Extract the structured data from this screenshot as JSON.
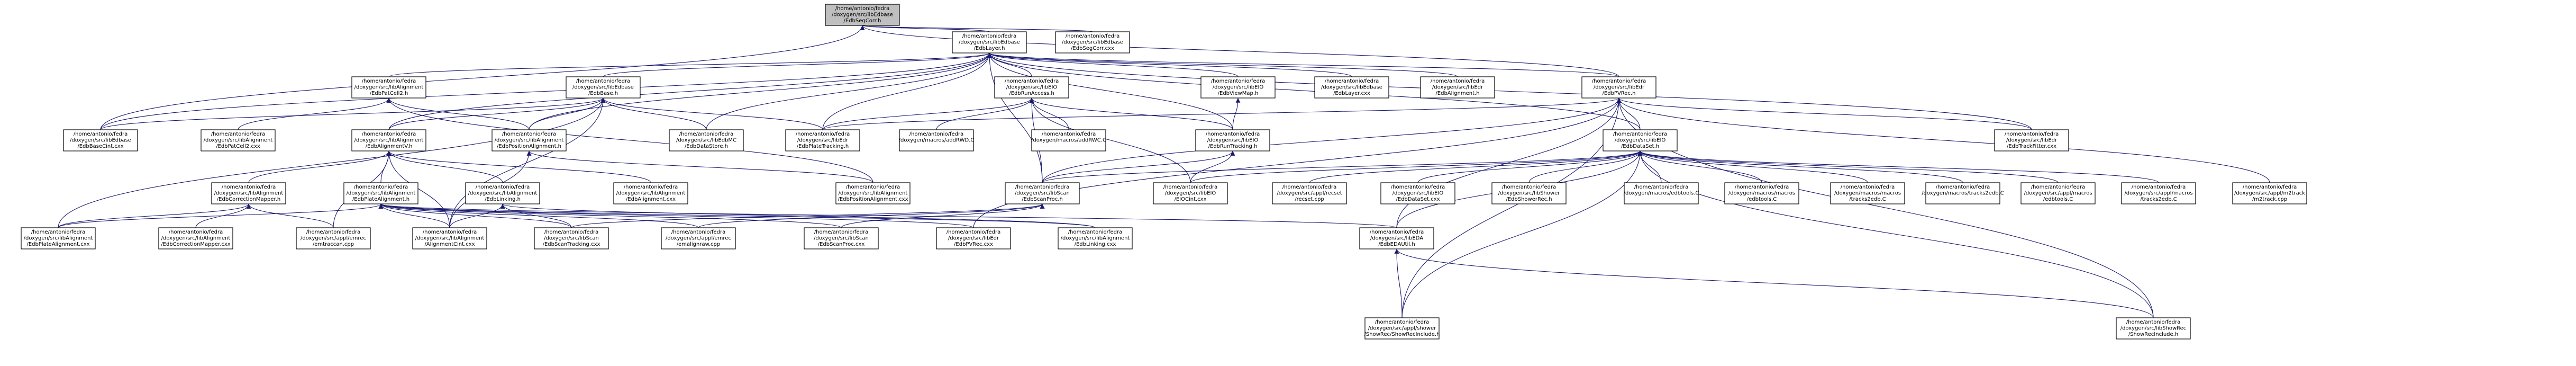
{
  "graph": {
    "colors": {
      "root_fill": "#bfbfbf",
      "node_fill": "#ffffff",
      "border_black": "#000000",
      "border_red": "#ff0000",
      "edge": "#191970"
    },
    "nodes": [
      {
        "id": "n0",
        "lines": [
          "/home/antonio/fedra",
          "/doxygen/src/libEdbase",
          "/EdbSegCorr.h"
        ],
        "root": true
      },
      {
        "id": "n1",
        "lines": [
          "/home/antonio/fedra",
          "/doxygen/src/libEdbase",
          "/EdbLayer.h"
        ]
      },
      {
        "id": "n2",
        "lines": [
          "/home/antonio/fedra",
          "/doxygen/src/libEdbase",
          "/EdbSegCorr.cxx"
        ]
      },
      {
        "id": "n3",
        "lines": [
          "/home/antonio/fedra",
          "/doxygen/src/libAlignment",
          "/EdbPatCell2.h"
        ]
      },
      {
        "id": "n4",
        "lines": [
          "/home/antonio/fedra",
          "/doxygen/src/libEdbase",
          "/EdbBase.h"
        ],
        "red": true
      },
      {
        "id": "n5",
        "lines": [
          "/home/antonio/fedra",
          "/doxygen/src/libEIO",
          "/EdbRunAccess.h"
        ],
        "red": true
      },
      {
        "id": "n6",
        "lines": [
          "/home/antonio/fedra",
          "/doxygen/src/libEIO",
          "/EdbViewMap.h"
        ],
        "red": true
      },
      {
        "id": "n7",
        "lines": [
          "/home/antonio/fedra",
          "/doxygen/src/libEdbase",
          "/EdbLayer.cxx"
        ]
      },
      {
        "id": "n8",
        "lines": [
          "/home/antonio/fedra",
          "/doxygen/src/libEdr",
          "/EdbAlignment.h"
        ],
        "red": true
      },
      {
        "id": "n9",
        "lines": [
          "/home/antonio/fedra",
          "/doxygen/src/libEdr",
          "/EdbPVRec.h"
        ],
        "red": true
      },
      {
        "id": "n10",
        "lines": [
          "/home/antonio/fedra",
          "/doxygen/src/libEdbase",
          "/EdbBaseCint.cxx"
        ]
      },
      {
        "id": "n11",
        "lines": [
          "/home/antonio/fedra",
          "/doxygen/src/libAlignment",
          "/EdbPatCell2.cxx"
        ]
      },
      {
        "id": "n12",
        "lines": [
          "/home/antonio/fedra",
          "/doxygen/src/libAlignment",
          "/EdbAlignmentV.h"
        ]
      },
      {
        "id": "n13",
        "lines": [
          "/home/antonio/fedra",
          "/doxygen/src/libAlignment",
          "/EdbPositionAlignment.h"
        ],
        "red": true
      },
      {
        "id": "n14",
        "lines": [
          "/home/antonio/fedra",
          "/doxygen/src/libEdbMC",
          "/EdbDataStore.h"
        ],
        "red": true
      },
      {
        "id": "n15",
        "lines": [
          "/home/antonio/fedra",
          "/doxygen/src/libEdr",
          "/EdbPlateTracking.h"
        ],
        "red": true
      },
      {
        "id": "n16",
        "lines": [
          "/home/antonio/fedra",
          "/doxygen/macros/addRWD.C"
        ]
      },
      {
        "id": "n17",
        "lines": [
          "/home/antonio/fedra",
          "/doxygen/macros/addRWC.C"
        ]
      },
      {
        "id": "n18",
        "lines": [
          "/home/antonio/fedra",
          "/doxygen/src/libEIO",
          "/EdbRunTracking.h"
        ],
        "red": true
      },
      {
        "id": "n19",
        "lines": [
          "/home/antonio/fedra",
          "/doxygen/src/libEIO",
          "/EdbDataSet.h"
        ]
      },
      {
        "id": "n20",
        "lines": [
          "/home/antonio/fedra",
          "/doxygen/src/libEdr",
          "/EdbTrackFitter.cxx"
        ]
      },
      {
        "id": "n21",
        "lines": [
          "/home/antonio/fedra",
          "/doxygen/src/libAlignment",
          "/EdbCorrectionMapper.h"
        ]
      },
      {
        "id": "n22",
        "lines": [
          "/home/antonio/fedra",
          "/doxygen/src/libAlignment",
          "/EdbPlateAlignment.h"
        ]
      },
      {
        "id": "n23",
        "lines": [
          "/home/antonio/fedra",
          "/doxygen/src/libAlignment",
          "/EdbLinking.h"
        ]
      },
      {
        "id": "n24",
        "lines": [
          "/home/antonio/fedra",
          "/doxygen/src/libAlignment",
          "/EdbAlignment.cxx"
        ]
      },
      {
        "id": "n25",
        "lines": [
          "/home/antonio/fedra",
          "/doxygen/src/libScan",
          "/EdbScanProc.h"
        ],
        "red": true
      },
      {
        "id": "n26",
        "lines": [
          "/home/antonio/fedra",
          "/doxygen/src/libAlignment",
          "/EdbPositionAlignment.cxx"
        ]
      },
      {
        "id": "n27",
        "lines": [
          "/home/antonio/fedra",
          "/doxygen/src/libEIO",
          "/EIOCint.cxx"
        ]
      },
      {
        "id": "n28",
        "lines": [
          "/home/antonio/fedra",
          "/doxygen/src/appl/recset",
          "/recset.cpp"
        ]
      },
      {
        "id": "n29",
        "lines": [
          "/home/antonio/fedra",
          "/doxygen/src/libEIO",
          "/EdbDataSet.cxx"
        ]
      },
      {
        "id": "n30",
        "lines": [
          "/home/antonio/fedra",
          "/doxygen/src/libShower",
          "/EdbShowerRec.h"
        ],
        "red": true
      },
      {
        "id": "n31",
        "lines": [
          "/home/antonio/fedra",
          "/doxygen/macros/edbtools.C"
        ]
      },
      {
        "id": "n32",
        "lines": [
          "/home/antonio/fedra",
          "/doxygen/macros/macros",
          "/edbtools.C"
        ]
      },
      {
        "id": "n33",
        "lines": [
          "/home/antonio/fedra",
          "/doxygen/macros/macros",
          "/tracks2edb.C"
        ]
      },
      {
        "id": "n34",
        "lines": [
          "/home/antonio/fedra",
          "/doxygen/macros/tracks2edb.C"
        ]
      },
      {
        "id": "n35",
        "lines": [
          "/home/antonio/fedra",
          "/doxygen/src/appl/macros",
          "/edbtools.C"
        ]
      },
      {
        "id": "n36",
        "lines": [
          "/home/antonio/fedra",
          "/doxygen/src/appl/macros",
          "/tracks2edb.C"
        ]
      },
      {
        "id": "n37",
        "lines": [
          "/home/antonio/fedra",
          "/doxygen/src/appl/m2track",
          "/m2track.cpp"
        ]
      },
      {
        "id": "n38",
        "lines": [
          "/home/antonio/fedra",
          "/doxygen/src/libAlignment",
          "/EdbPlateAlignment.cxx"
        ]
      },
      {
        "id": "n39",
        "lines": [
          "/home/antonio/fedra",
          "/doxygen/src/libAlignment",
          "/EdbCorrectionMapper.cxx"
        ]
      },
      {
        "id": "n40",
        "lines": [
          "/home/antonio/fedra",
          "/doxygen/src/appl/emrec",
          "/emtraccan.cpp"
        ]
      },
      {
        "id": "n41",
        "lines": [
          "/home/antonio/fedra",
          "/doxygen/src/libAlignment",
          "/AlignmentCint.cxx"
        ]
      },
      {
        "id": "n42",
        "lines": [
          "/home/antonio/fedra",
          "/doxygen/src/libScan",
          "/EdbScanTracking.cxx"
        ]
      },
      {
        "id": "n43",
        "lines": [
          "/home/antonio/fedra",
          "/doxygen/src/appl/emrec",
          "/emalignraw.cpp"
        ]
      },
      {
        "id": "n44",
        "lines": [
          "/home/antonio/fedra",
          "/doxygen/src/libScan",
          "/EdbScanProc.cxx"
        ]
      },
      {
        "id": "n45",
        "lines": [
          "/home/antonio/fedra",
          "/doxygen/src/libEdr",
          "/EdbPVRec.cxx"
        ]
      },
      {
        "id": "n46",
        "lines": [
          "/home/antonio/fedra",
          "/doxygen/src/libAlignment",
          "/EdbLinking.cxx"
        ]
      },
      {
        "id": "n47",
        "lines": [
          "/home/antonio/fedra",
          "/doxygen/src/libEDA",
          "/EdbEDAUtil.h"
        ],
        "red": true
      },
      {
        "id": "n48",
        "lines": [
          "/home/antonio/fedra",
          "/doxygen/src/appl/shower",
          "/ShowRec/ShowRecInclude.h"
        ],
        "red": true
      },
      {
        "id": "n49",
        "lines": [
          "/home/antonio/fedra",
          "/doxygen/src/libShowRec",
          "/ShowRecInclude.h"
        ],
        "red": true
      }
    ]
  }
}
